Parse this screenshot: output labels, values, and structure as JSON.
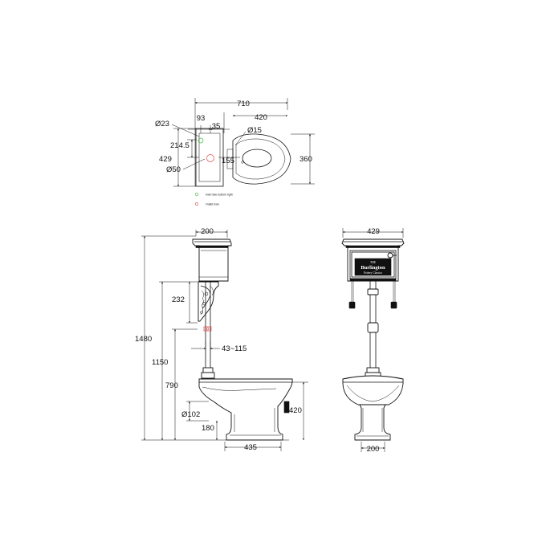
{
  "plan_view": {
    "overall_width": "710",
    "inlet_offset": "93",
    "cistern_depth": "35",
    "inlet_diameter": "Ø23",
    "bowl_length": "420",
    "bolt_hole": "Ø15",
    "inlet_height": "214.5",
    "cistern_width": "429",
    "outlet_diameter": "Ø50",
    "outlet_offset": "155",
    "bowl_width": "360",
    "legend_inlet": "Inlet hole bottom right",
    "legend_outlet": "Outlet hole",
    "legend_inlet_color": "#44bb44",
    "legend_outlet_color": "#dd4444"
  },
  "side_view": {
    "cistern_depth": "200",
    "overall_height": "1480",
    "cistern_bottom_height": "1150",
    "bracket_height": "232",
    "flush_offset": "43~115",
    "inlet_height": "790",
    "outlet_diameter": "Ø102",
    "outlet_height": "180",
    "pan_height": "420",
    "pan_projection": "435"
  },
  "front_view": {
    "cistern_width": "429",
    "pedestal_width": "200",
    "plate_line1": "THE",
    "plate_line2": "Burlington",
    "plate_line3": "Pottery Classics"
  }
}
